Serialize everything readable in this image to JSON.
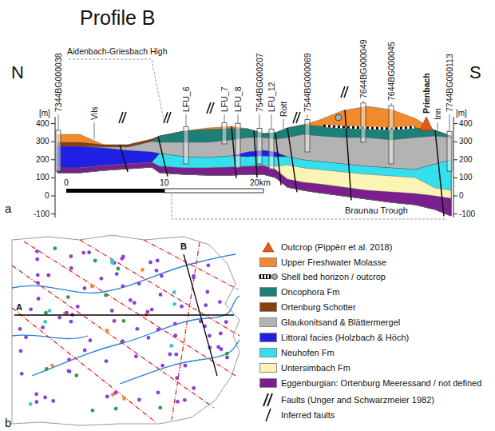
{
  "diagram": {
    "title": "Profile B",
    "labels": [
      "a",
      "N",
      "S",
      "7344BG000038",
      "Aidenbach-Griesbach High",
      "Vils",
      "LFU_6",
      "LFU_7",
      "LFU_8",
      "7544BG000207",
      "LFU_12",
      "Rott",
      "7544BG000069",
      "7644BG000049",
      "7644BG000045",
      "Prienbach",
      "Inn",
      "7744BG000113",
      "[m]",
      "[m]",
      "400",
      "300",
      "200",
      "100",
      "0",
      "-100",
      "400",
      "300",
      "200",
      "100",
      "0",
      "-100",
      "0",
      "10",
      "20km",
      "Braunau Trough",
      "b",
      "A",
      "B"
    ],
    "legend": [
      {
        "text": "Outcrop (Pippèrr et al. 2018)"
      },
      {
        "text": "Upper Freshwater Molasse",
        "color": "#f08a2c"
      },
      {
        "text": "Shell bed horizon / outcrop"
      },
      {
        "text": "Oncophora Fm",
        "color": "#1a8078"
      },
      {
        "text": "Ortenburg Schotter",
        "color": "#8b3d10"
      },
      {
        "text": "Glaukonitsand & Blättermergel",
        "color": "#b3b3b3"
      },
      {
        "text": "Littoral facies (Holzbach & Höch)",
        "color": "#1f1fe6"
      },
      {
        "text": "Neuhofen Fm",
        "color": "#35e0ee"
      },
      {
        "text": "Untersimbach Fm",
        "color": "#fbf4b4"
      },
      {
        "text": "Eggenburgian: Ortenburg Meeressand / not defined",
        "color": "#7b1f8e"
      },
      {
        "text": "Faults (Unger and Schwarzmeier 1982)"
      },
      {
        "text": "Inferred faults"
      }
    ]
  }
}
